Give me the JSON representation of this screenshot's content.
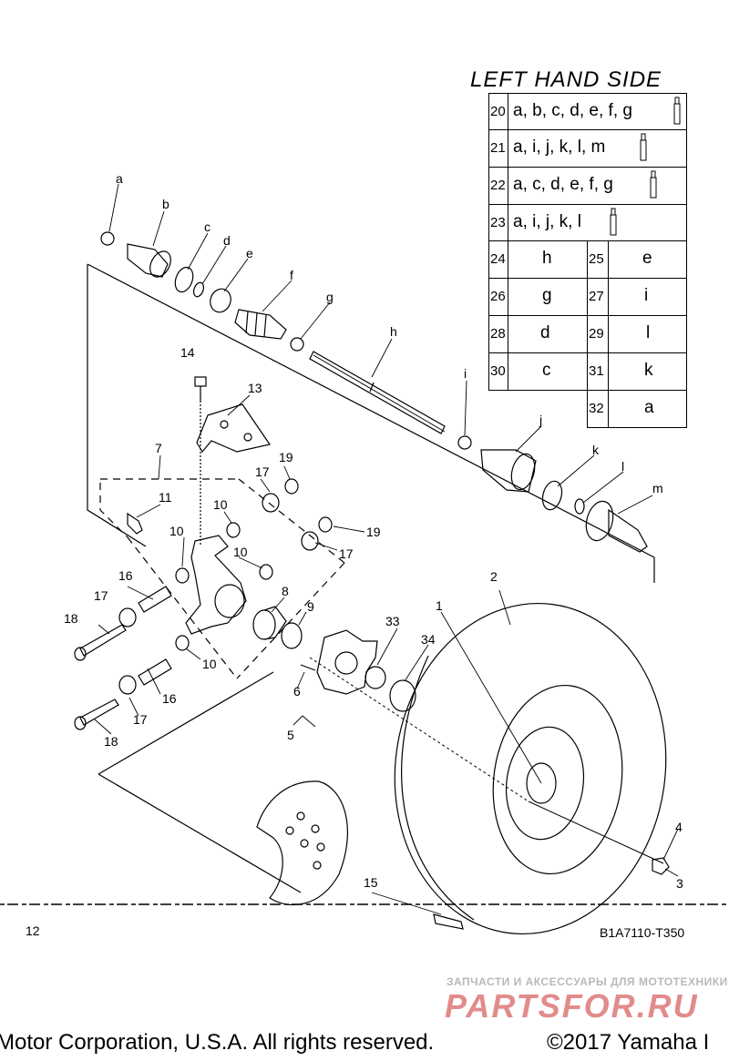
{
  "title": "LEFT HAND SIDE",
  "parts_table": {
    "kit_rows": [
      {
        "num": "20",
        "parts": "a, b, c, d, e, f, g"
      },
      {
        "num": "21",
        "parts": "a, i, j, k, l, m"
      },
      {
        "num": "22",
        "parts": "a, c, d, e, f, g"
      },
      {
        "num": "23",
        "parts": "a, i, j, k, l"
      }
    ],
    "single_rows": [
      {
        "num": "24",
        "part": "h"
      },
      {
        "num": "25",
        "part": "e"
      },
      {
        "num": "26",
        "part": "g"
      },
      {
        "num": "27",
        "part": "i"
      },
      {
        "num": "28",
        "part": "d"
      },
      {
        "num": "29",
        "part": "l"
      },
      {
        "num": "30",
        "part": "c"
      },
      {
        "num": "31",
        "part": "k"
      },
      {
        "num": "32",
        "part": "a"
      }
    ]
  },
  "callouts": {
    "letters": [
      "a",
      "b",
      "c",
      "d",
      "e",
      "f",
      "g",
      "h",
      "i",
      "j",
      "k",
      "l",
      "m"
    ],
    "numbers": [
      "1",
      "2",
      "3",
      "4",
      "5",
      "6",
      "7",
      "8",
      "9",
      "10",
      "10",
      "10",
      "10",
      "11",
      "12",
      "13",
      "14",
      "15",
      "16",
      "16",
      "17",
      "17",
      "17",
      "17",
      "18",
      "18",
      "19",
      "19",
      "33",
      "34"
    ]
  },
  "diagram_code": "B1A7110-T350",
  "watermark": {
    "subtitle": "ЗАПЧАСТИ И АКСЕССУАРЫ ДЛЯ МОТОТЕХНИКИ",
    "logo": "PARTSFOR.RU"
  },
  "copyright": {
    "left": "Motor Corporation, U.S.A. All rights reserved.",
    "right": "©2017 Yamaha I"
  },
  "colors": {
    "line": "#000000",
    "watermark_red": "#e28b8b",
    "watermark_gray": "#b9b9b9"
  }
}
